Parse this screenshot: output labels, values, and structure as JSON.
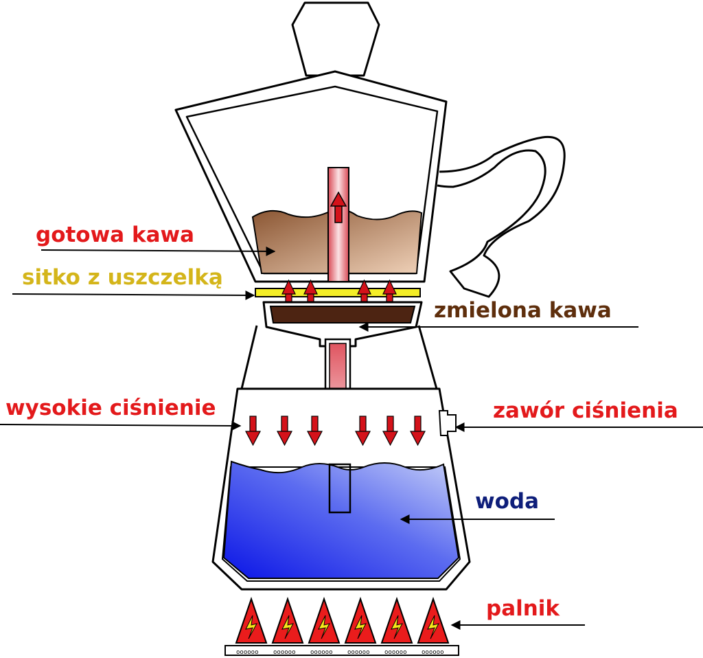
{
  "labels": {
    "gotowa_kawa": "gotowa kawa",
    "sitko": "sitko z uszczelką",
    "zmielona_kawa": "zmielona kawa",
    "wysokie_cisnienie": "wysokie ciśnienie",
    "zawor_cisnienia": "zawór ciśnienia",
    "woda": "woda",
    "palnik": "palnik"
  },
  "burner_text": "oooooo",
  "colors": {
    "label_red": "#e3191b",
    "label_yellow": "#d4b51a",
    "label_brown": "#5e2e0c",
    "label_navy": "#0e1e7a",
    "coffee_top": "#8a5532",
    "coffee_bottom": "#efd1b8",
    "grounds": "#4d2412",
    "water_dark": "#0b15e6",
    "water_light": "#c6cff7",
    "arrow_red": "#d4121a",
    "arrow_yellow": "#f4ee27",
    "tube_red": "#e8606a",
    "flame_red": "#ea1c1c",
    "flame_yellow": "#f6e71b",
    "outline": "#000000"
  },
  "icons": [
    "flame-icon",
    "arrow-up-icon",
    "arrow-down-icon",
    "pointer-arrow-icon"
  ]
}
